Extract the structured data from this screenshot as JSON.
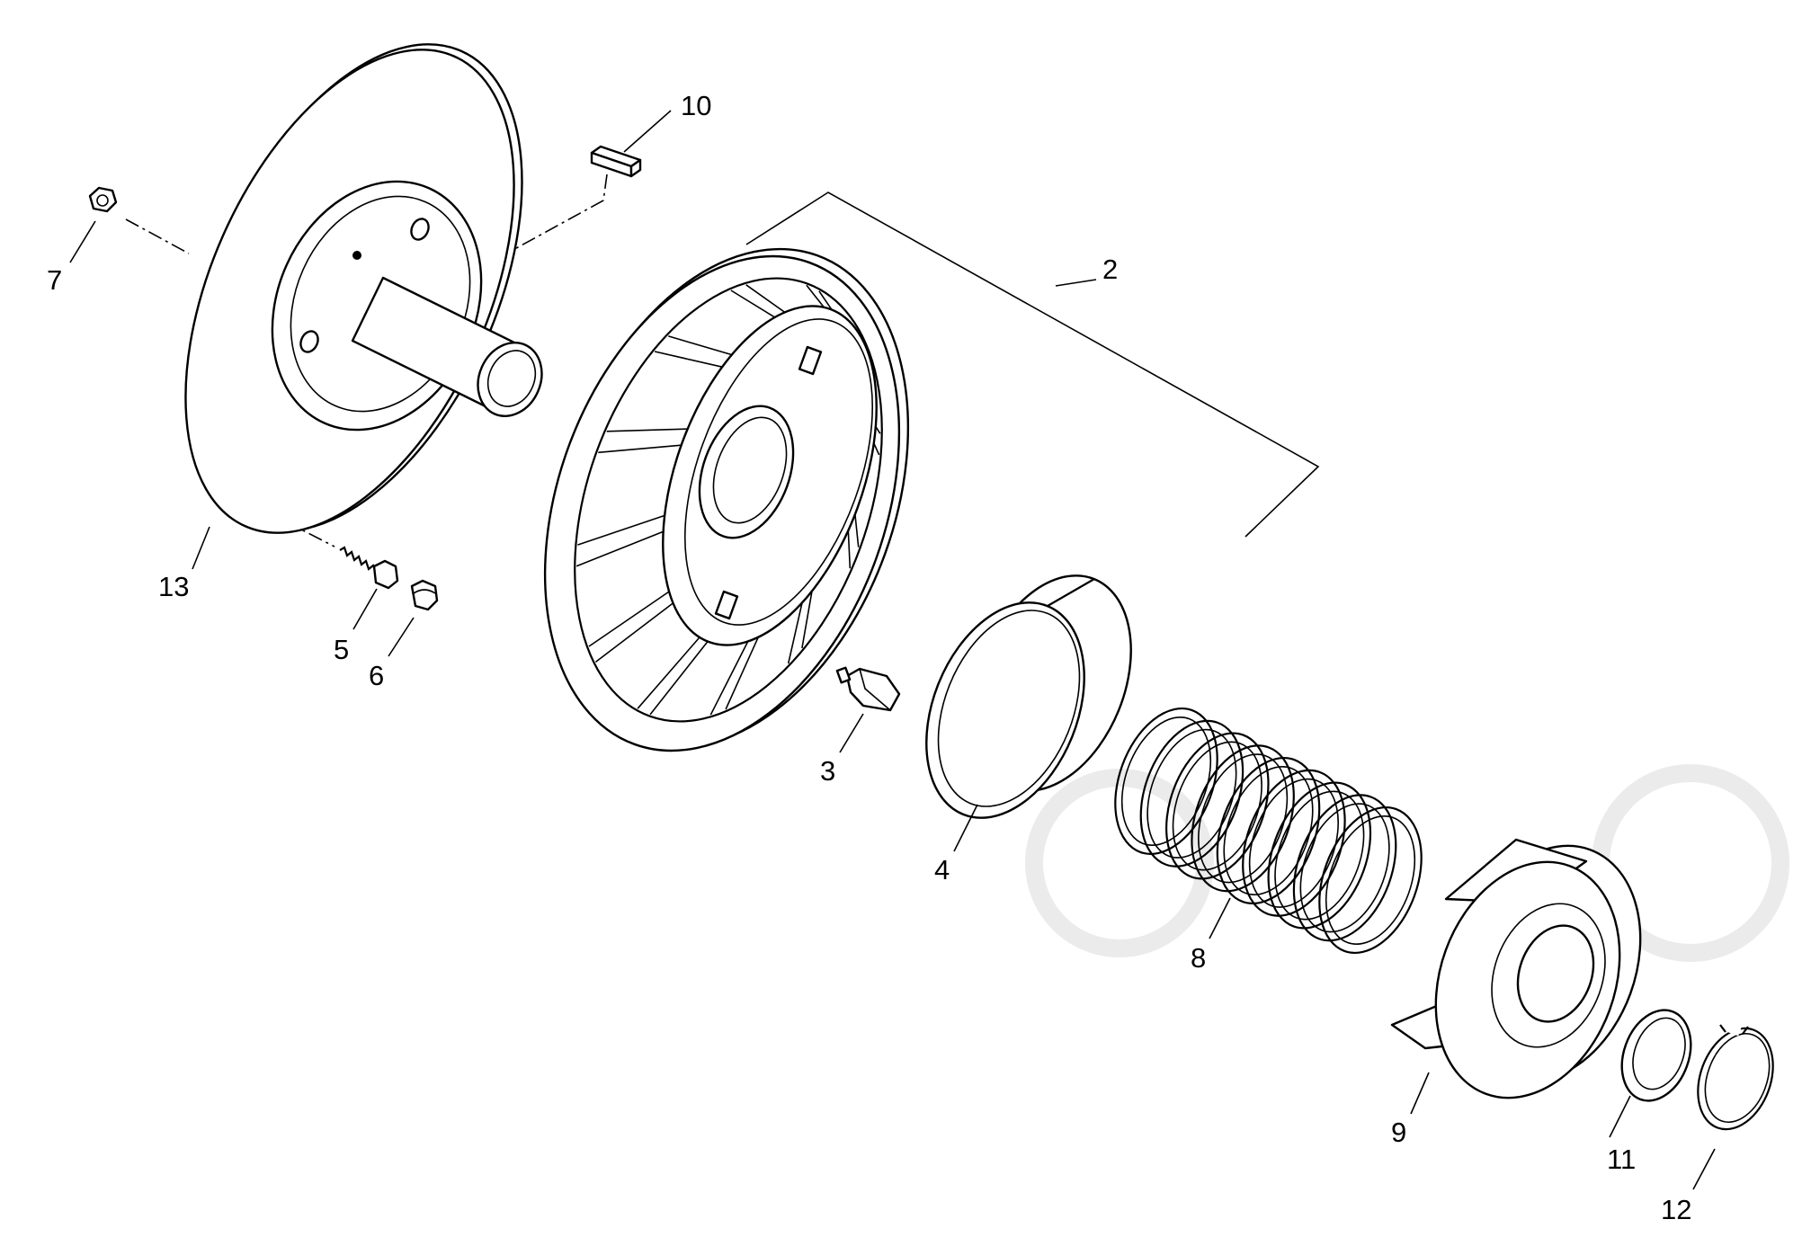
{
  "diagram": {
    "callouts": [
      {
        "label": "10"
      },
      {
        "label": "2"
      },
      {
        "label": "7"
      },
      {
        "label": "13"
      },
      {
        "label": "5"
      },
      {
        "label": "6"
      },
      {
        "label": "3"
      },
      {
        "label": "4"
      },
      {
        "label": "8"
      },
      {
        "label": "9"
      },
      {
        "label": "11"
      },
      {
        "label": "12"
      }
    ]
  }
}
